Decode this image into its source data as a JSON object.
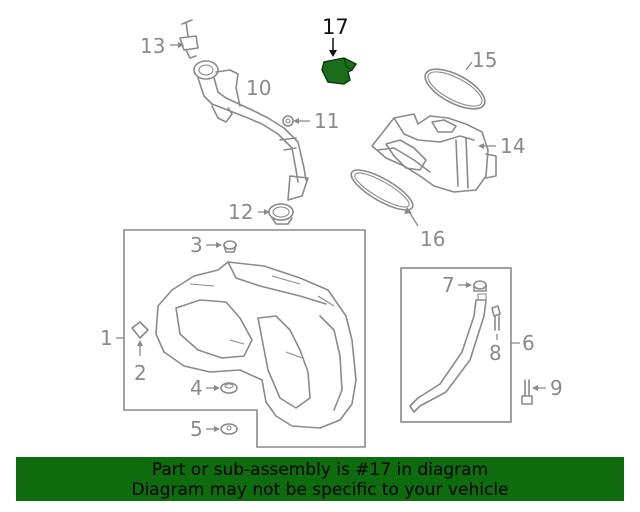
{
  "diagram": {
    "highlighted_part": "17",
    "highlight_color": "#1a6e1a",
    "labels": {
      "p1": "1",
      "p2": "2",
      "p3": "3",
      "p4": "4",
      "p5": "5",
      "p6": "6",
      "p7": "7",
      "p8": "8",
      "p9": "9",
      "p10": "10",
      "p11": "11",
      "p12": "12",
      "p13": "13",
      "p14": "14",
      "p15": "15",
      "p16": "16",
      "p17": "17"
    }
  },
  "banner": {
    "line1": "Part or sub-assembly is #17 in diagram",
    "line2": "Diagram may not be specific to your vehicle",
    "background": "#0e6b0e"
  }
}
